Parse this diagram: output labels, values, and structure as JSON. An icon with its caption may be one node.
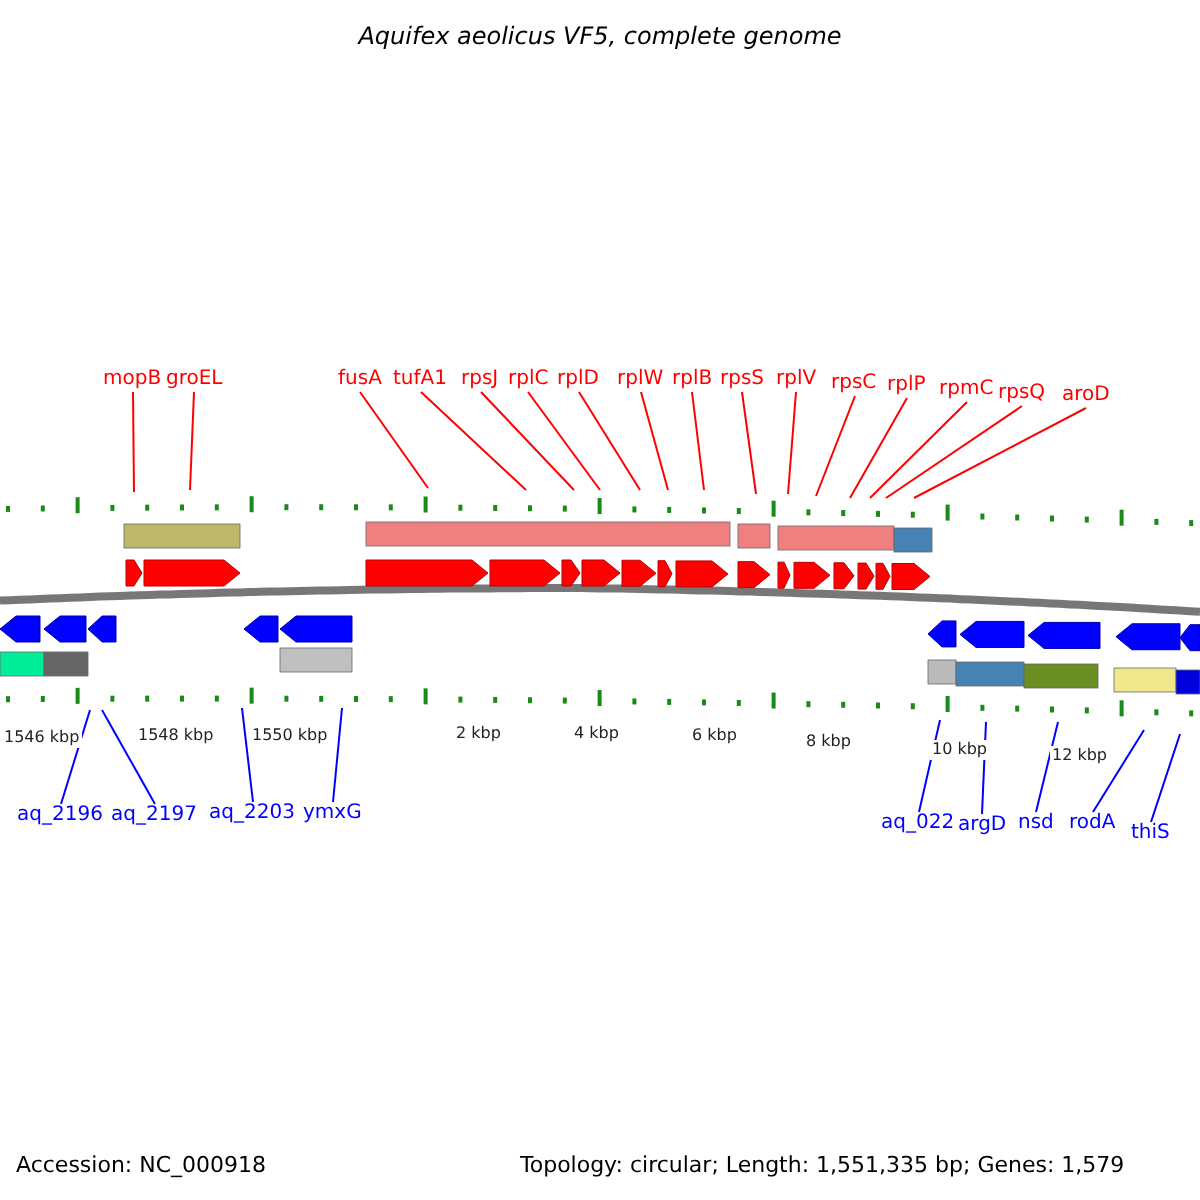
{
  "diagram": {
    "title": "Aquifex aeolicus VF5, complete genome",
    "nodes": [
      {
        "text": [
          "mopB"
        ]
      },
      {
        "text": [
          "groEL"
        ]
      },
      {
        "text": [
          "fusA"
        ]
      },
      {
        "text": [
          "tufA1"
        ]
      },
      {
        "text": [
          "rpsJ"
        ]
      },
      {
        "text": [
          "rplC"
        ]
      },
      {
        "text": [
          "rplD"
        ]
      },
      {
        "text": [
          "rplW"
        ]
      },
      {
        "text": [
          "rplB"
        ]
      },
      {
        "text": [
          "rpsS"
        ]
      },
      {
        "text": [
          "rplV"
        ]
      },
      {
        "text": [
          "rpsC"
        ]
      },
      {
        "text": [
          "rplP"
        ]
      },
      {
        "text": [
          "rpmC"
        ]
      },
      {
        "text": [
          "rpsQ"
        ]
      },
      {
        "text": [
          "aroD"
        ]
      },
      {
        "text": [
          "aq_2196"
        ]
      },
      {
        "text": [
          "aq_2197"
        ]
      },
      {
        "text": [
          "aq_2203"
        ]
      },
      {
        "text": [
          "ymxG"
        ]
      },
      {
        "text": [
          "aq_022"
        ]
      },
      {
        "text": [
          "argD"
        ]
      },
      {
        "text": [
          "nsd"
        ]
      },
      {
        "text": [
          "rodA"
        ]
      },
      {
        "text": [
          "thiS"
        ]
      }
    ],
    "edges": [
      {
        "from": 0,
        "to": null,
        "arrow": "none"
      },
      {
        "from": 1,
        "to": null,
        "arrow": "none"
      },
      {
        "from": 2,
        "to": null,
        "arrow": "none"
      },
      {
        "from": 3,
        "to": null,
        "arrow": "none"
      },
      {
        "from": 4,
        "to": null,
        "arrow": "none"
      },
      {
        "from": 5,
        "to": null,
        "arrow": "none"
      },
      {
        "from": 6,
        "to": null,
        "arrow": "none"
      },
      {
        "from": 7,
        "to": null,
        "arrow": "none"
      },
      {
        "from": 8,
        "to": null,
        "arrow": "none"
      },
      {
        "from": 9,
        "to": null,
        "arrow": "none"
      },
      {
        "from": 10,
        "to": null,
        "arrow": "none"
      },
      {
        "from": 11,
        "to": null,
        "arrow": "none"
      },
      {
        "from": 12,
        "to": null,
        "arrow": "none"
      },
      {
        "from": 13,
        "to": null,
        "arrow": "none"
      },
      {
        "from": 14,
        "to": null,
        "arrow": "none"
      },
      {
        "from": 15,
        "to": null,
        "arrow": "none"
      },
      {
        "from": 16,
        "to": null,
        "arrow": "none",
        "color": "#0000ff"
      },
      {
        "from": 17,
        "to": null,
        "arrow": "none",
        "color": "#0000ff"
      },
      {
        "from": 18,
        "to": null,
        "arrow": "none",
        "color": "#0000ff"
      },
      {
        "from": 19,
        "to": null,
        "arrow": "none",
        "color": "#0000ff"
      },
      {
        "from": 20,
        "to": null,
        "arrow": "none",
        "color": "#0000ff"
      },
      {
        "from": 21,
        "to": null,
        "arrow": "none",
        "color": "#0000ff"
      },
      {
        "from": 22,
        "to": null,
        "arrow": "none",
        "color": "#0000ff"
      },
      {
        "from": 23,
        "to": null,
        "arrow": "none",
        "color": "#0000ff"
      },
      {
        "from": 24,
        "to": null,
        "arrow": "none",
        "color": "#0000ff"
      }
    ],
    "labels": [
      "1546 kbp",
      "1548 kbp",
      "1550 kbp",
      "2 kbp",
      "4 kbp",
      "6 kbp",
      "8 kbp",
      "10 kbp",
      "12 kbp",
      "Accession: NC_000918",
      "Topology: circular; Length: 1,551,335 bp; Genes: 1,579"
    ]
  }
}
